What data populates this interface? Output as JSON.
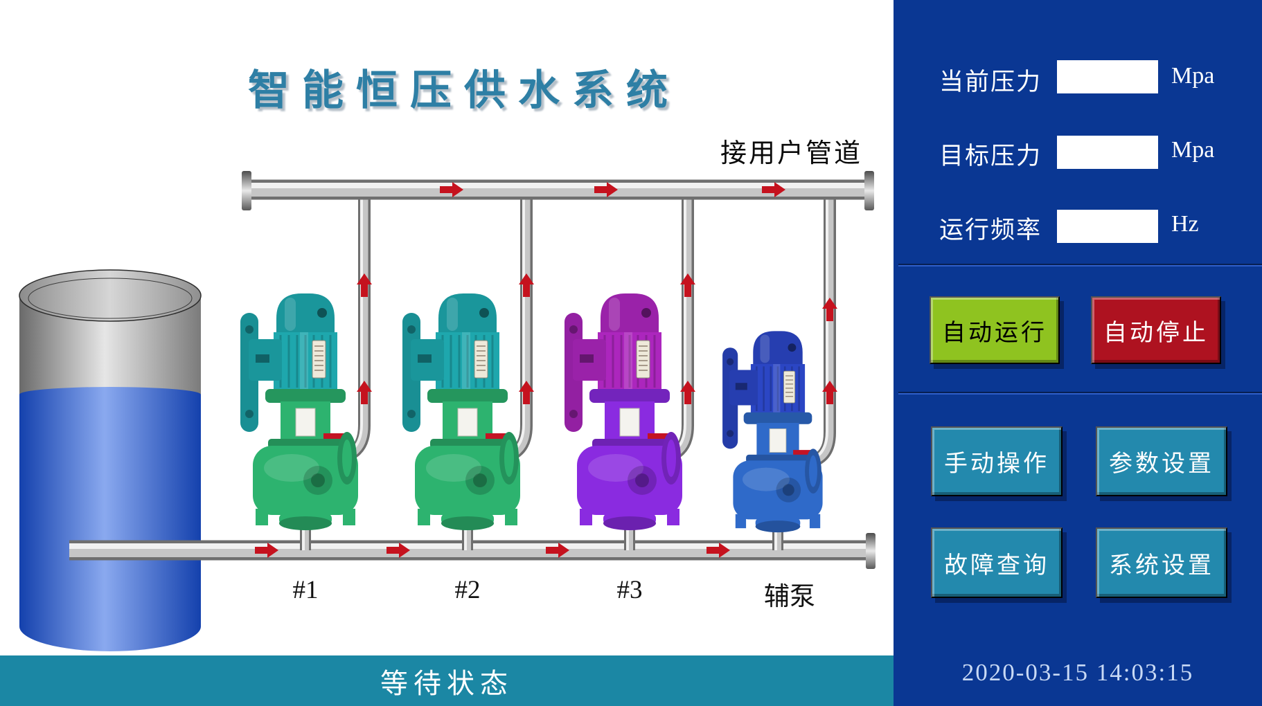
{
  "title": "智能恒压供水系统",
  "scene": {
    "pipe_label": "接用户管道",
    "pump_labels": [
      "#1",
      "#2",
      "#3",
      "辅泵"
    ],
    "status_text": "等待状态"
  },
  "sidebar": {
    "metrics": [
      {
        "label": "当前压力",
        "value": "",
        "unit": "Mpa"
      },
      {
        "label": "目标压力",
        "value": "",
        "unit": "Mpa"
      },
      {
        "label": "运行频率",
        "value": "",
        "unit": "Hz"
      }
    ],
    "buttons": {
      "auto_run": {
        "label": "自动运行"
      },
      "auto_stop": {
        "label": "自动停止"
      },
      "manual_op": {
        "label": "手动操作"
      },
      "param_set": {
        "label": "参数设置"
      },
      "fault_query": {
        "label": "故障查询"
      },
      "system_set": {
        "label": "系统设置"
      }
    },
    "datetime": "2020-03-15 14:03:15"
  },
  "colors": {
    "sidebar_bg": "#0a3793",
    "status_bar": "#1b87a4",
    "title": "#2e7fa5",
    "btn_green": "#8fc320",
    "btn_red": "#ae1220",
    "btn_teal": "#2389ad",
    "arrow": "#c5121e",
    "pump1_motor": "#1ea7ad",
    "pump1_body": "#2db36f",
    "pump2_motor": "#1ea7ad",
    "pump2_body": "#2db36f",
    "pump3_motor": "#ac26bd",
    "pump3_body": "#8a2be0",
    "pump4_motor": "#2b46c4",
    "pump4_body": "#2f6ac9"
  }
}
